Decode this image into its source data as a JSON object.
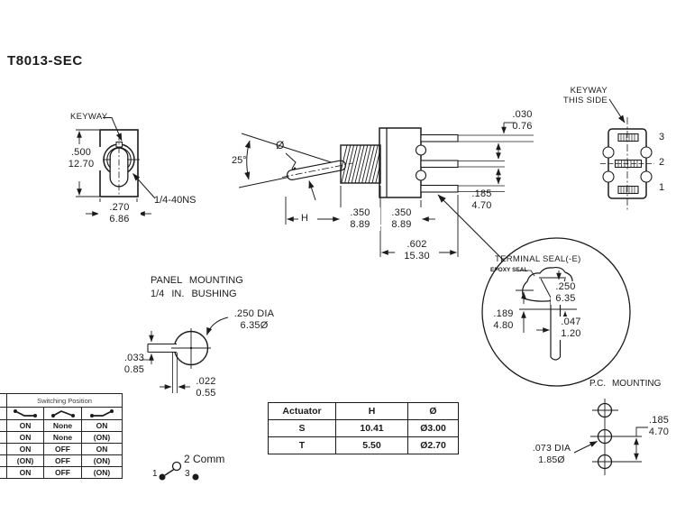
{
  "title": "T8013-SEC",
  "colors": {
    "ink": "#1b1b1b",
    "paper": "#ffffff"
  },
  "front_view": {
    "keyway_label": "KEYWAY",
    "height_dim": {
      "in": ".500",
      "mm": "12.70"
    },
    "width_dim": {
      "in": ".270",
      "mm": "6.86"
    },
    "thread_label": "1/4-40NS"
  },
  "side_view": {
    "angle_label": "25°",
    "diameter_symbol": "Ø",
    "travel_label": "H",
    "bushing_length_dim": {
      "in": ".350",
      "mm": "8.89"
    },
    "body_length_dim": {
      "in": ".350",
      "mm": "8.89"
    },
    "overall_length_dim": {
      "in": ".602",
      "mm": "15.30"
    },
    "terminal_thickness_dim": {
      "in": ".030",
      "mm": "0.76"
    },
    "terminal_spacing_dim": {
      "in": ".185",
      "mm": "4.70"
    }
  },
  "rear_view": {
    "keyway_line1": "KEYWAY",
    "keyway_line2": "THIS SIDE",
    "terminal_numbers": [
      "3",
      "2",
      "1"
    ]
  },
  "terminal_seal": {
    "title": "TERMINAL SEAL(-E)",
    "epoxy_label": "EPOXY SEAL",
    "seal_dim": {
      "in": ".250",
      "mm": "6.35"
    },
    "depth_dim": {
      "in": ".189",
      "mm": "4.80"
    },
    "terminal_dim": {
      "in": ".047",
      "mm": "1.20"
    }
  },
  "panel_mounting": {
    "title_line1": "PANEL MOUNTING",
    "title_line2": "1/4 IN. BUSHING",
    "hole_dia": {
      "line1": ".250 DIA",
      "line2": "6.35Ø"
    },
    "keyway_width_dim": {
      "in": ".033",
      "mm": "0.85"
    },
    "keyway_depth_dim": {
      "in": ".022",
      "mm": "0.55"
    }
  },
  "actuator_table": {
    "headers": [
      "Actuator",
      "H",
      "Ø"
    ],
    "rows": [
      [
        "S",
        "10.41",
        "Ø3.00"
      ],
      [
        "T",
        "5.50",
        "Ø2.70"
      ]
    ]
  },
  "switching_table": {
    "title": "Switching Position",
    "position_icons": [
      "lever-left",
      "lever-center",
      "lever-right"
    ],
    "rows": [
      [
        "ON",
        "None",
        "ON"
      ],
      [
        "ON",
        "None",
        "(ON)"
      ],
      [
        "ON",
        "OFF",
        "ON"
      ],
      [
        "(ON)",
        "OFF",
        "(ON)"
      ],
      [
        "ON",
        "OFF",
        "(ON)"
      ]
    ]
  },
  "schematic": {
    "comm_label": "2 Comm",
    "terminal_left": "1",
    "terminal_right": "3"
  },
  "pc_mounting": {
    "title": "P.C. MOUNTING",
    "spacing_dim": {
      "in": ".185",
      "mm": "4.70"
    },
    "hole_dia": {
      "line1": ".073 DIA",
      "line2": "1.85Ø"
    }
  }
}
